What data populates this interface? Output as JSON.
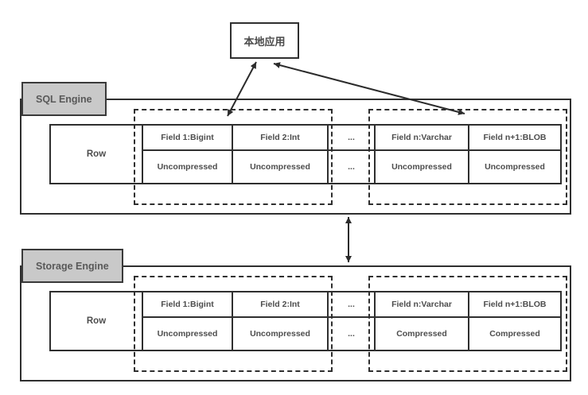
{
  "app_box": {
    "label": "本地应用"
  },
  "engines": [
    {
      "label": "SQL Engine",
      "row_label": "Row",
      "fields": [
        {
          "name": "Field 1:Bigint",
          "state": "Uncompressed"
        },
        {
          "name": "Field 2:Int",
          "state": "Uncompressed"
        },
        {
          "name": "...",
          "state": "..."
        },
        {
          "name": "Field n:Varchar",
          "state": "Uncompressed"
        },
        {
          "name": "Field n+1:BLOB",
          "state": "Uncompressed"
        }
      ]
    },
    {
      "label": "Storage Engine",
      "row_label": "Row",
      "fields": [
        {
          "name": "Field 1:Bigint",
          "state": "Uncompressed"
        },
        {
          "name": "Field 2:Int",
          "state": "Uncompressed"
        },
        {
          "name": "...",
          "state": "..."
        },
        {
          "name": "Field n:Varchar",
          "state": "Compressed"
        },
        {
          "name": "Field n+1:BLOB",
          "state": "Compressed"
        }
      ]
    }
  ],
  "colors": {
    "border": "#2f2f2f",
    "label_fill": "#c9c9c9",
    "text": "#4d4d4d",
    "background": "#ffffff"
  }
}
